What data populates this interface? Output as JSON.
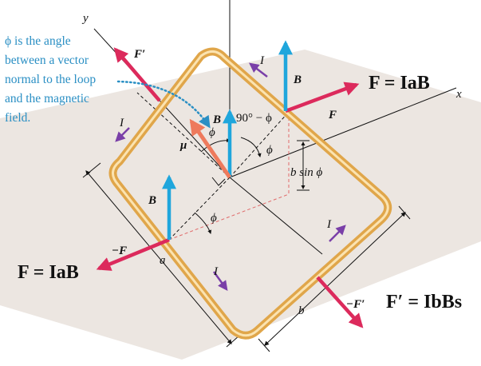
{
  "colors": {
    "plane": "#ece6e1",
    "loop": "#e0a64a",
    "loop_inner": "#fbe3b0",
    "force": "#dc2a5c",
    "field": "#1fa6dc",
    "moment": "#ee7a5c",
    "current": "#7a3fa8",
    "note": "#2a8fc4",
    "dashed_red": "#e06a6a",
    "ink": "#111111"
  },
  "annotation": {
    "lines": [
      "ϕ is the angle",
      "between a vector",
      "normal to the loop",
      "and the magnetic",
      "field."
    ]
  },
  "axes": {
    "x": "x",
    "y": "y"
  },
  "labels": {
    "force_top_right": "F = IaB",
    "force_left": "F = IaB",
    "force_bottom_right": "F′ = IbBs",
    "F_prime_top": "F′",
    "F_vec_right": "F",
    "neg_F_left": "−F",
    "neg_F_prime": "−F′",
    "B_vec": "B",
    "mu_vec": "μ",
    "current": "I",
    "phi": "ϕ",
    "ninety_minus_phi": "90° − ϕ",
    "b_sin_phi": "b sin ϕ",
    "side_a": "a",
    "side_b": "b"
  }
}
